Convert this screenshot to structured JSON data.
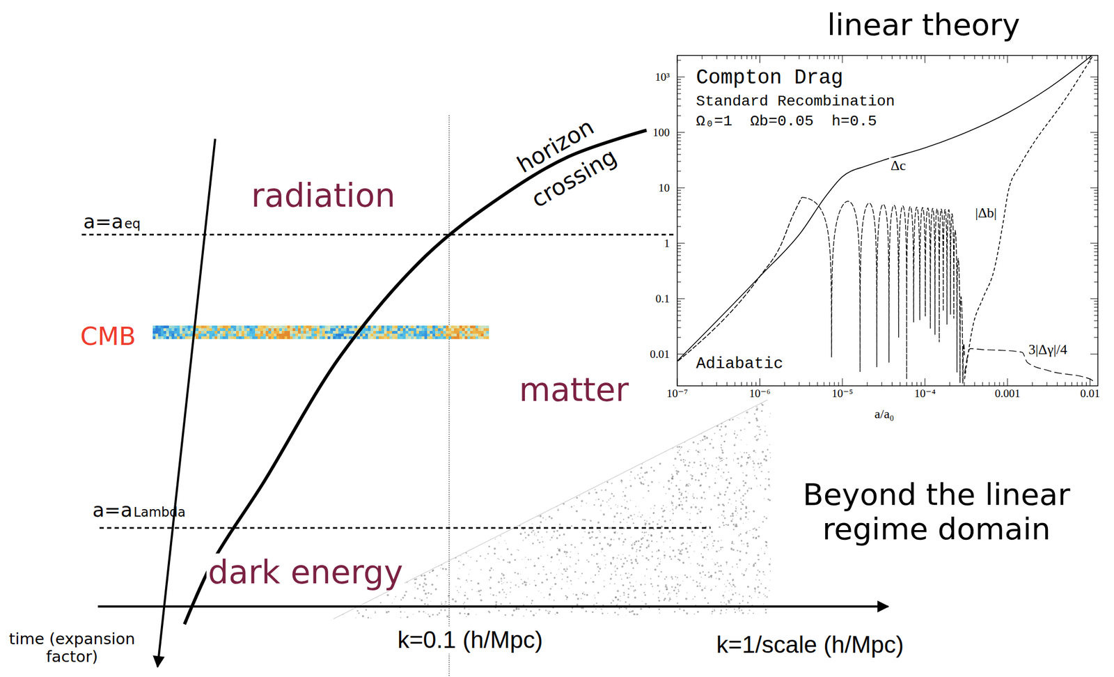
{
  "diagram": {
    "labels": [
      "linear theory",
      "radiation",
      "horizon crossing",
      "a=a",
      "eq",
      "CMB",
      "matter",
      "a=a",
      "Lambda",
      "dark energy",
      "time (expansion factor)",
      "k=0.1 (h/Mpc)",
      "k=1/scale (h/Mpc)",
      "Beyond the linear regime domain",
      "Compton Drag",
      "Standard Recombination",
      "Ω₀=1  Ωb=0.05  h=0.5",
      "Δc",
      "|Δb|",
      "3|Δγ|/4",
      "Adiabatic",
      "10³",
      "100",
      "10",
      "1",
      "0.1",
      "0.01",
      "10⁻⁷",
      "10⁻⁶",
      "10⁻⁵",
      "10⁻⁴",
      "0.001",
      "0.01",
      "a/a₀"
    ]
  }
}
